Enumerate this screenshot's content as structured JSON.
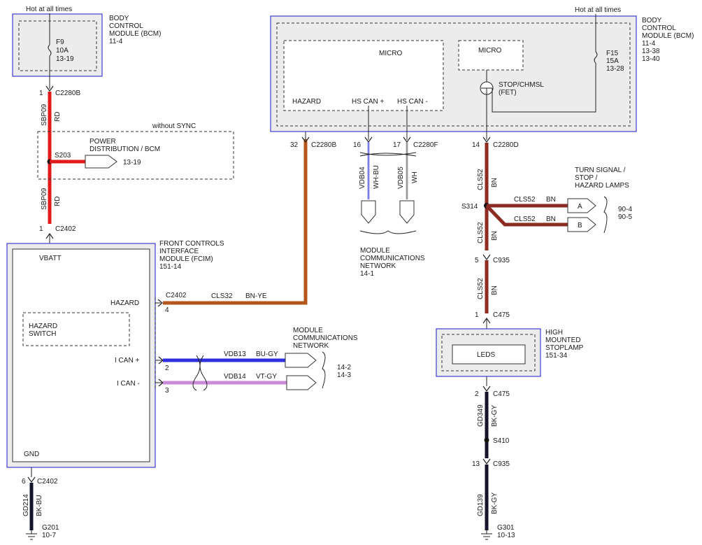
{
  "colors": {
    "red": "#e01b1b",
    "brown": "#8b2b23",
    "orange_brown": "#b4551c",
    "black": "#14142a",
    "blue": "#2f2fe0",
    "violet": "#c98ad6",
    "box_border": "#4b4bd6",
    "box_fill": "#ececec"
  },
  "bcm_left": {
    "hot": "Hot at all times",
    "title_l1": "BODY",
    "title_l2": "CONTROL",
    "title_l3": "MODULE (BCM)",
    "title_l4": "11-4",
    "fuse_name": "F9",
    "fuse_amp": "10A",
    "fuse_ref": "13-19"
  },
  "left_wire": {
    "pin_top": "1",
    "conn_top": "C2280B",
    "circuit_top": "SBP09",
    "color_top": "RD",
    "without_sync": "without SYNC",
    "splice": "S203",
    "pd_l1": "POWER",
    "pd_l2": "DISTRIBUTION / BCM",
    "pd_ref": "13-19",
    "circuit_bot": "SBP09",
    "color_bot": "RD",
    "pin_bot": "1",
    "conn_bot": "C2402"
  },
  "fcim": {
    "title_l1": "FRONT CONTROLS",
    "title_l2": "INTERFACE",
    "title_l3": "MODULE (FCIM)",
    "title_l4": "151-14",
    "vbatt": "VBATT",
    "hazard": "HAZARD",
    "switch_l1": "HAZARD",
    "switch_l2": "SWITCH",
    "ican_plus": "I CAN +",
    "ican_minus": "I CAN -",
    "gnd": "GND",
    "conn_hazard": "C2402",
    "pin_hazard": "4",
    "pin_ican_plus": "2",
    "pin_ican_minus": "3",
    "pin_gnd": "6",
    "conn_gnd": "C2402",
    "gnd_circuit": "GD214",
    "gnd_color": "BK-BU",
    "ground": "G201",
    "ground_ref": "10-7"
  },
  "hazard_wire": {
    "circuit": "CLS32",
    "color": "BN-YE",
    "pin": "32",
    "conn": "C2280B"
  },
  "ican_wires": {
    "plus_circuit": "VDB13",
    "plus_color": "BU-GY",
    "minus_circuit": "VDB14",
    "minus_color": "VT-GY",
    "mcn_l1": "MODULE",
    "mcn_l2": "COMMUNICATIONS",
    "mcn_l3": "NETWORK",
    "ref1": "14-2",
    "ref2": "14-3"
  },
  "bcm_right": {
    "hot": "Hot at all times",
    "title_l1": "BODY",
    "title_l2": "CONTROL",
    "title_l3": "MODULE (BCM)",
    "title_l4": "11-4",
    "title_l5": "13-38",
    "title_l6": "13-40",
    "micro1": "MICRO",
    "micro2": "MICRO",
    "hazard": "HAZARD",
    "hscan_plus": "HS CAN +",
    "hscan_minus": "HS CAN -",
    "stop_l1": "STOP/CHMSL",
    "stop_l2": "(FET)",
    "fuse_name": "F15",
    "fuse_amp": "15A",
    "fuse_ref": "13-28"
  },
  "hscan": {
    "pin_plus": "16",
    "pin_minus": "17",
    "conn": "C2280F",
    "plus_circuit": "VDB04",
    "plus_color": "WH-BU",
    "minus_circuit": "VDB05",
    "minus_color": "WH",
    "mcn_l1": "MODULE",
    "mcn_l2": "COMMUNICATIONS",
    "mcn_l3": "NETWORK",
    "mcn_ref": "14-1"
  },
  "stop_wire": {
    "pin": "14",
    "conn": "C2280D",
    "circuit": "CLS52",
    "color": "BN",
    "splice": "S314",
    "branch_circuit": "CLS52",
    "branch_color": "BN",
    "tsl_l1": "TURN SIGNAL /",
    "tsl_l2": "STOP /",
    "tsl_l3": "HAZARD LAMPS",
    "conn_a": "A",
    "conn_b": "B",
    "ref1": "90-4",
    "ref2": "90-5",
    "circuit2": "CLS52",
    "color2": "BN",
    "pin_c935": "5",
    "conn_c935": "C935",
    "circuit3": "CLS52",
    "color3": "BN",
    "pin_c475": "1",
    "conn_c475": "C475"
  },
  "hmsl": {
    "title_l1": "HIGH",
    "title_l2": "MOUNTED",
    "title_l3": "STOPLAMP",
    "title_l4": "151-34",
    "leds": "LEDS",
    "pin_out": "2",
    "conn_out": "C475",
    "circuit": "GD349",
    "color": "BK-GY",
    "splice": "S410",
    "pin_c935": "13",
    "conn_c935": "C935",
    "circuit2": "GD139",
    "color2": "BK-GY",
    "ground": "G301",
    "ground_ref": "10-13"
  }
}
